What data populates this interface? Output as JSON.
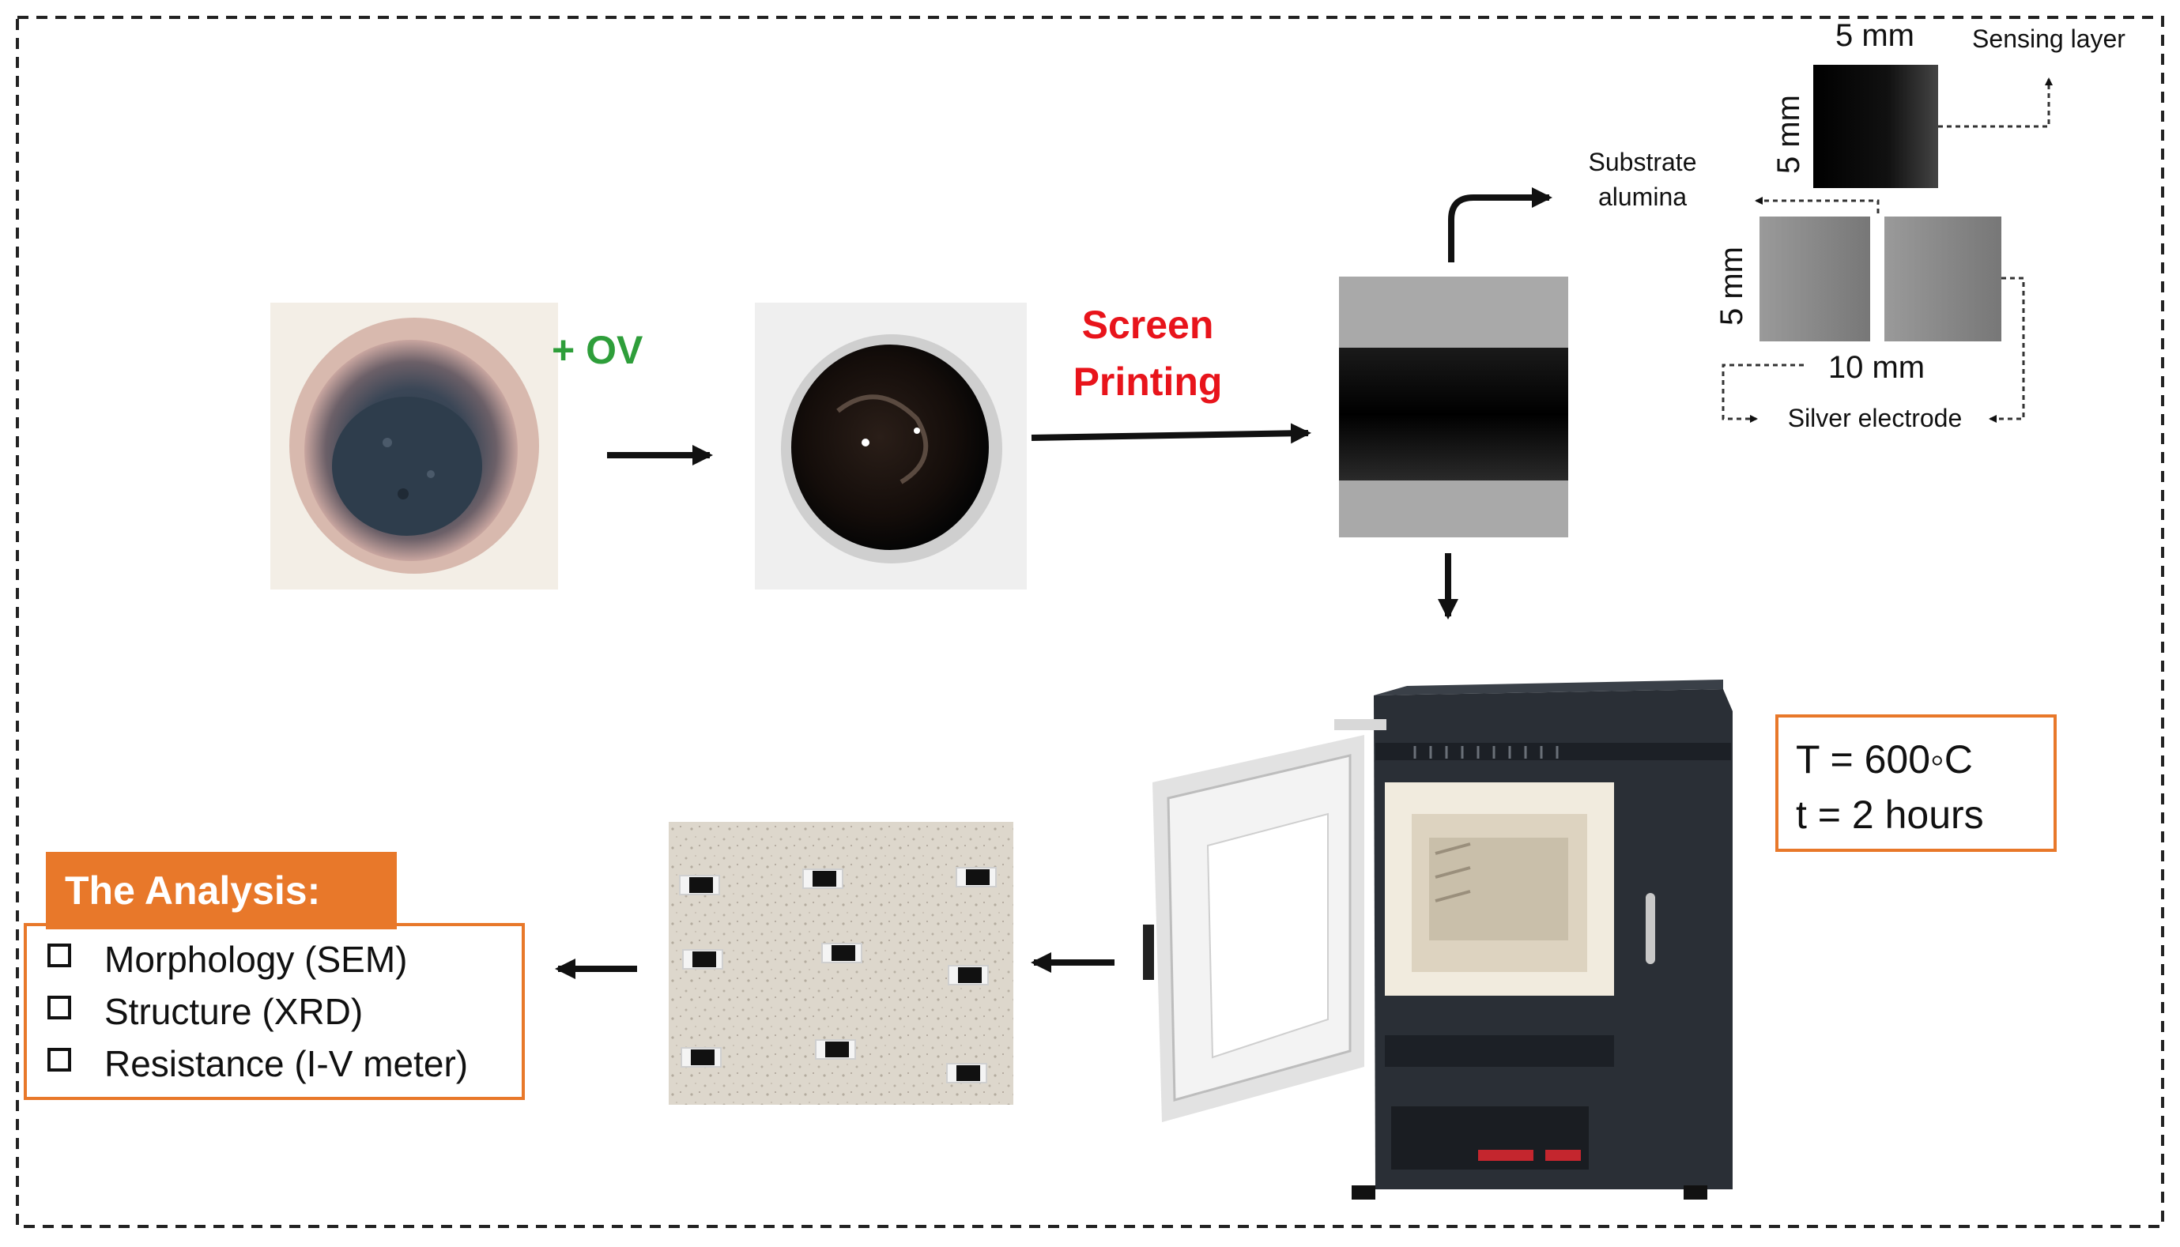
{
  "labels": {
    "plus_ov": "+ OV",
    "screen": "Screen",
    "printing": "Printing"
  },
  "schematic": {
    "top_dim": "5 mm",
    "sensing_layer": "Sensing layer",
    "left_dim_top": "5 mm",
    "substrate": "Substrate",
    "alumina": "alumina",
    "left_dim_bottom": "5 mm",
    "bottom_dim": "10 mm",
    "silver_electrode": "Silver electrode"
  },
  "conditions": {
    "temperature": "T = 600◦C",
    "time": "t  =  2 hours"
  },
  "analysis": {
    "title": "The Analysis:",
    "items": [
      "Morphology (SEM)",
      "Structure (XRD)",
      "Resistance (I-V meter)"
    ]
  },
  "colors": {
    "ov_green": "#2e9e3a",
    "screen_red": "#e8141b",
    "orange": "#e8782a",
    "frame": "#222222"
  },
  "icons": [
    "arrow-right-icon",
    "arrow-down-icon",
    "arrow-left-icon",
    "checkbox-icon"
  ]
}
